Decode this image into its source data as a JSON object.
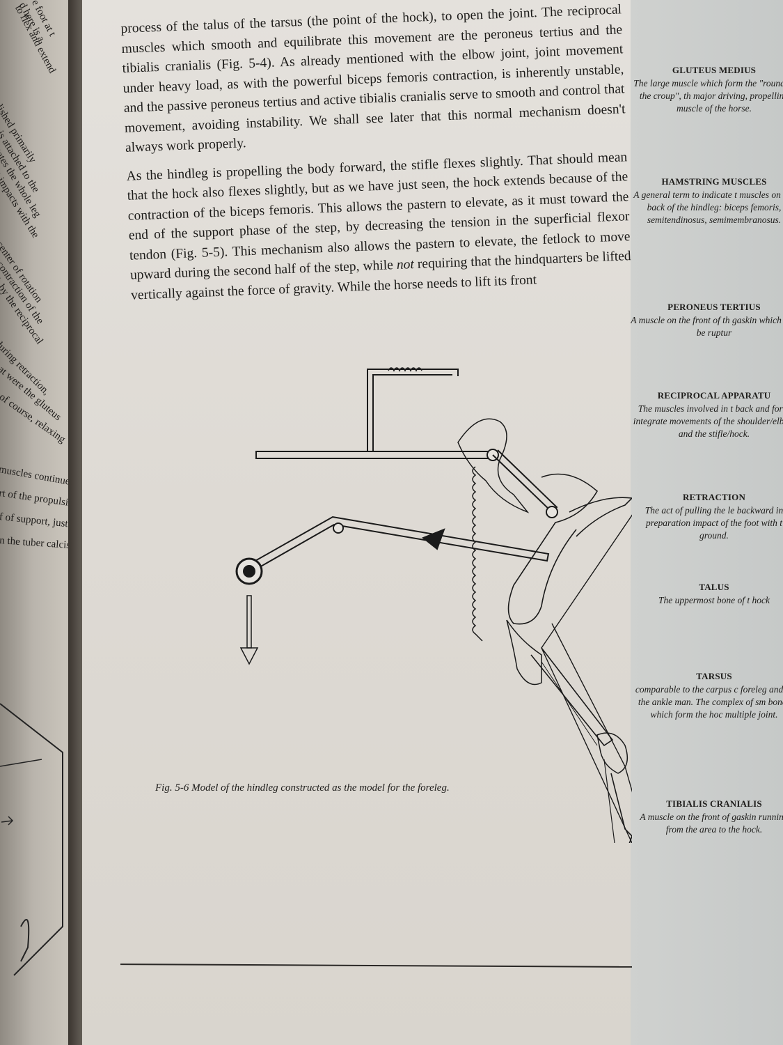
{
  "previous_page": {
    "fragments": [
      "e foot at t",
      "d here is a",
      "to flex and extend",
      "plished primarily",
      "y, is attached to the",
      "otates the whole leg",
      "ot impacts with the",
      "e center of rotation",
      "y contraction of the",
      "d, by the reciprocal",
      "during retraction,",
      "nat were the gluteus",
      ", of course, relaxing",
      "muscles continue to",
      "rt of the propulsion",
      "f of support, just as",
      "n the tuber calcis"
    ]
  },
  "body": {
    "paragraph_1": "process of the talus of the tarsus (the point of the hock), to open the joint. The reciprocal muscles which smooth and equilibrate this movement are the peroneus tertius and the tibialis cranialis (Fig. 5-4). As already mentioned with the elbow joint, joint movement under heavy load, as with the powerful biceps femoris contraction, is inherently unstable, and the passive peroneus tertius and active tibialis cranialis serve to smooth and control that movement, avoiding instability. We shall see later that this normal mechanism doesn't always work properly.",
    "paragraph_2a": "As the hindleg is propelling the body forward, the stifle flexes slightly. That should mean that the hock also flexes slightly, but as we have just seen, the hock extends because of the contraction of the biceps femoris. This allows the pastern to elevate, as it must toward the end of the support phase of the step, by decreasing the tension in the superficial flexor tendon (Fig. 5-5). This mechanism also allows the pastern to elevate, the fetlock to move upward during the second half of the step, while ",
    "paragraph_2_emph": "not",
    "paragraph_2b": " requiring that the hindquarters be lifted vertically against the force of gravity. While the horse needs to lift its front"
  },
  "figure": {
    "label": "Fig. 5-6",
    "caption": "Model of the hindleg constructed as the model for the foreleg."
  },
  "glossary": [
    {
      "term": "GLUTEUS MEDIUS",
      "definition": "The large muscle which form the \"round of the croup\", th major driving, propelling muscle of the horse."
    },
    {
      "term": "HAMSTRING MUSCLES",
      "definition": "A general term to indicate t muscles on the back of the hindleg: biceps femoris, semitendinosus, semimembranosus."
    },
    {
      "term": "PERONEUS TERTIUS",
      "definition": "A muscle on the front of th gaskin which can be ruptur"
    },
    {
      "term": "RECIPROCAL APPARATU",
      "definition": "The muscles involved in t back and forth integrate movements of the shoulder/elbow and the stifle/hock."
    },
    {
      "term": "RETRACTION",
      "definition": "The act of pulling the le backward in preparation impact of the foot with t ground."
    },
    {
      "term": "TALUS",
      "definition": "The uppermost bone of t hock"
    },
    {
      "term": "TARSUS",
      "definition": "comparable to the carpus c foreleg and to the ankle man. The complex of sm bones which form the hoc multiple joint."
    },
    {
      "term": "TIBIALIS CRANIALIS",
      "definition": "A muscle on the front of gaskin running from the area to the hock."
    }
  ],
  "colors": {
    "page": "#e0ddd8",
    "sidebar": "#c9cccb",
    "ink": "#1c1b19"
  }
}
